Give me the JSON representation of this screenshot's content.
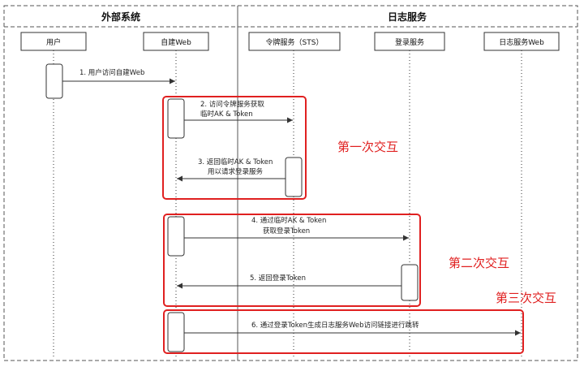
{
  "zones": {
    "external": "外部系统",
    "log_service": "日志服务"
  },
  "actors": [
    {
      "label": "用户"
    },
    {
      "label": "自建Web"
    },
    {
      "label": "令牌服务（STS）"
    },
    {
      "label": "登录服务"
    },
    {
      "label": "日志服务Web"
    }
  ],
  "messages": [
    {
      "lines": [
        "1. 用户访问自建Web"
      ]
    },
    {
      "lines": [
        "2. 访问令牌服务获取",
        "临时AK & Token"
      ]
    },
    {
      "lines": [
        "3. 返回临时AK & Token",
        "用以请求登录服务"
      ]
    },
    {
      "lines": [
        "4. 通过临时AK & Token",
        "获取登录Token"
      ]
    },
    {
      "lines": [
        "5. 返回登录Token"
      ]
    },
    {
      "lines": [
        "6. 通过登录Token生成日志服务Web访问链接进行跳转"
      ]
    }
  ],
  "phases": [
    {
      "label": "第一次交互"
    },
    {
      "label": "第二次交互"
    },
    {
      "label": "第三次交互"
    }
  ],
  "colors": {
    "phase_border": "#e02020",
    "line": "#333333"
  }
}
